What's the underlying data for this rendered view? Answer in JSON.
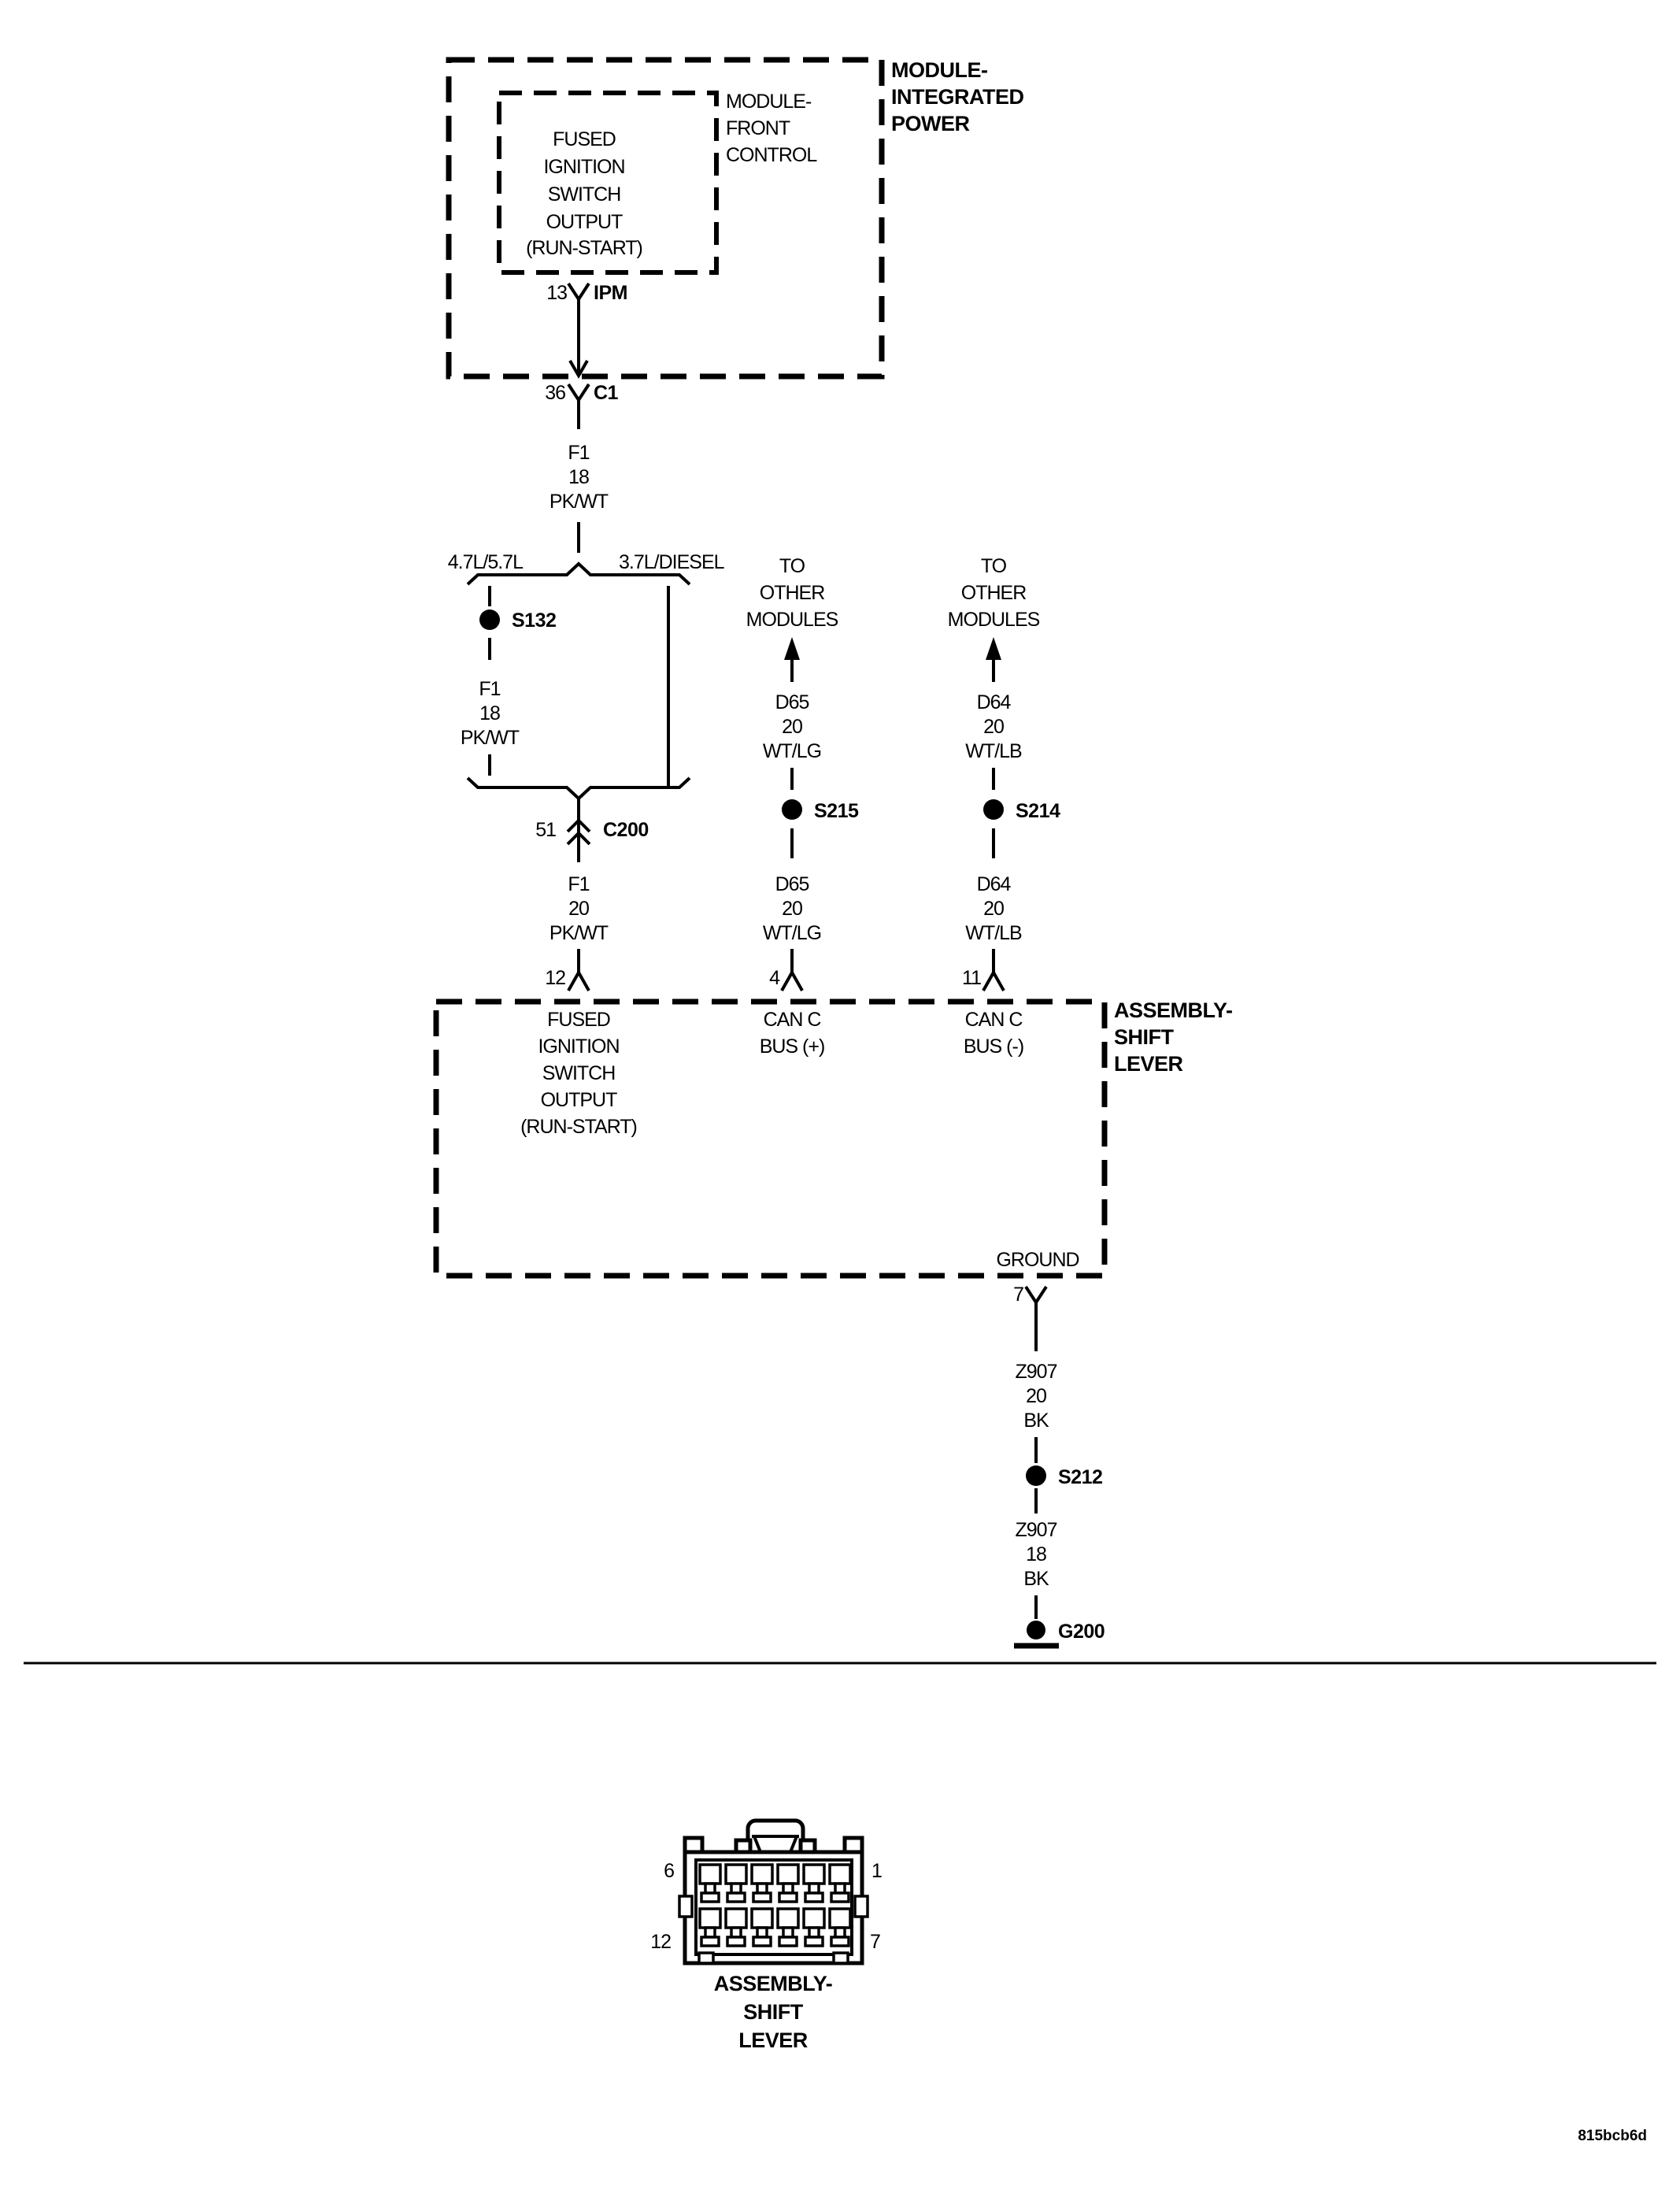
{
  "colors": {
    "ink": "#000000",
    "paper": "#ffffff"
  },
  "mip": {
    "title_lines": [
      "MODULE-",
      "INTEGRATED",
      "POWER"
    ],
    "control_lines": [
      "MODULE-",
      "FRONT",
      "CONTROL"
    ],
    "signal_lines": [
      "FUSED",
      "IGNITION",
      "SWITCH",
      "OUTPUT",
      "(RUN-START)"
    ],
    "pin_ipm_num": "13",
    "pin_ipm_name": "IPM",
    "pin_c1_num": "36",
    "pin_c1_name": "C1"
  },
  "wire_f1_18_a": {
    "circuit": "F1",
    "gauge": "18",
    "wire_color": "PK/WT"
  },
  "branch_left": "4.7L/5.7L",
  "branch_right": "3.7L/DIESEL",
  "splice_s132": "S132",
  "wire_f1_18_b": {
    "circuit": "F1",
    "gauge": "18",
    "wire_color": "PK/WT"
  },
  "c200_num": "51",
  "c200_name": "C200",
  "wire_f1_20": {
    "circuit": "F1",
    "gauge": "20",
    "wire_color": "PK/WT"
  },
  "to_other": [
    "TO",
    "OTHER",
    "MODULES"
  ],
  "wire_d65_a": {
    "circuit": "D65",
    "gauge": "20",
    "wire_color": "WT/LG"
  },
  "splice_s215": "S215",
  "wire_d65_b": {
    "circuit": "D65",
    "gauge": "20",
    "wire_color": "WT/LG"
  },
  "wire_d64_a": {
    "circuit": "D64",
    "gauge": "20",
    "wire_color": "WT/LB"
  },
  "splice_s214": "S214",
  "wire_d64_b": {
    "circuit": "D64",
    "gauge": "20",
    "wire_color": "WT/LB"
  },
  "asl": {
    "title_lines": [
      "ASSEMBLY-",
      "SHIFT",
      "LEVER"
    ],
    "pin12_num": "12",
    "pin12_lines": [
      "FUSED",
      "IGNITION",
      "SWITCH",
      "OUTPUT",
      "(RUN-START)"
    ],
    "pin4_num": "4",
    "pin4_lines": [
      "CAN C",
      "BUS (+)"
    ],
    "pin11_num": "11",
    "pin11_lines": [
      "CAN C",
      "BUS (-)"
    ],
    "ground_label": "GROUND",
    "pin7_num": "7"
  },
  "wire_z907_20": {
    "circuit": "Z907",
    "gauge": "20",
    "wire_color": "BK"
  },
  "splice_s212": "S212",
  "wire_z907_18": {
    "circuit": "Z907",
    "gauge": "18",
    "wire_color": "BK"
  },
  "ground_name": "G200",
  "connector_view": {
    "pin_top_left": "6",
    "pin_top_right": "1",
    "pin_bottom_left": "12",
    "pin_bottom_right": "7",
    "caption_lines": [
      "ASSEMBLY-",
      "SHIFT",
      "LEVER"
    ]
  },
  "footer_code": "815bcb6d"
}
